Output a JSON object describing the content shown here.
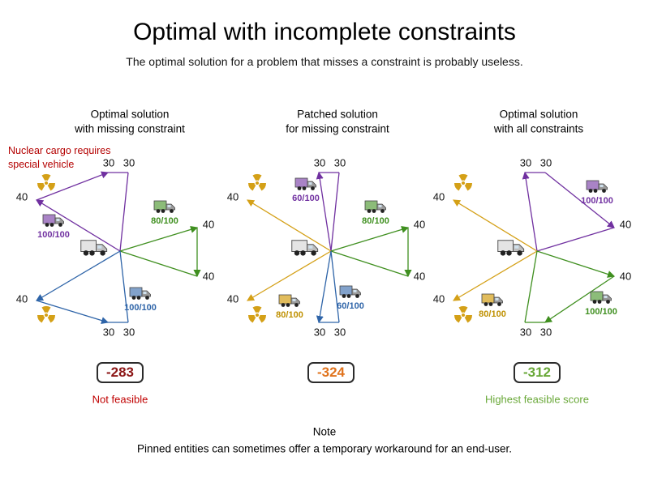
{
  "title": "Optimal with incomplete constraints",
  "subtitle": "The optimal solution for a problem that misses a constraint is probably useless.",
  "note": {
    "title": "Note",
    "body": "Pinned entities can sometimes offer a temporary workaround for an end-user."
  },
  "colors": {
    "route_purple": "#7030a0",
    "route_green": "#3f8f1f",
    "route_blue": "#2e64a8",
    "route_yellow": "#d4a017",
    "annotation_red": "#b40000",
    "score_red": "#8c1616",
    "score_orange": "#e0731d",
    "score_green": "#69a838"
  },
  "icons": {
    "radiation": "radiation-trefoil",
    "vehicle": "delivery-truck",
    "depot": "depot-truck"
  },
  "panels": [
    {
      "heading1": "Optimal solution",
      "heading2": "with missing constraint",
      "annotation1": "Nuclear cargo requires",
      "annotation2": "special vehicle",
      "score": "-283",
      "verdict": "Not feasible",
      "labels": {
        "t1": "30",
        "t2": "30",
        "tl": "40",
        "r1": "40",
        "r2": "40",
        "bl": "40",
        "b1": "30",
        "b2": "30"
      },
      "trucks": [
        {
          "name": "purple-vehicle",
          "capacity": "100/100"
        },
        {
          "name": "green-vehicle",
          "capacity": "80/100"
        },
        {
          "name": "blue-vehicle",
          "capacity": "100/100"
        }
      ]
    },
    {
      "heading1": "Patched solution",
      "heading2": "for missing constraint",
      "score": "-324",
      "labels": {
        "t1": "30",
        "t2": "30",
        "tl": "40",
        "r1": "40",
        "r2": "40",
        "bl": "40",
        "b1": "30",
        "b2": "30"
      },
      "trucks": [
        {
          "name": "purple-vehicle",
          "capacity": "60/100"
        },
        {
          "name": "green-vehicle",
          "capacity": "80/100"
        },
        {
          "name": "blue-vehicle",
          "capacity": "60/100"
        },
        {
          "name": "yellow-vehicle",
          "capacity": "80/100"
        }
      ]
    },
    {
      "heading1": "Optimal solution",
      "heading2": "with all constraints",
      "score": "-312",
      "verdict": "Highest feasible score",
      "labels": {
        "t1": "30",
        "t2": "30",
        "tl": "40",
        "r1": "40",
        "r2": "40",
        "bl": "40",
        "b1": "30",
        "b2": "30"
      },
      "trucks": [
        {
          "name": "purple-vehicle",
          "capacity": "100/100"
        },
        {
          "name": "green-vehicle",
          "capacity": "100/100"
        },
        {
          "name": "yellow-vehicle",
          "capacity": "80/100"
        }
      ]
    }
  ]
}
